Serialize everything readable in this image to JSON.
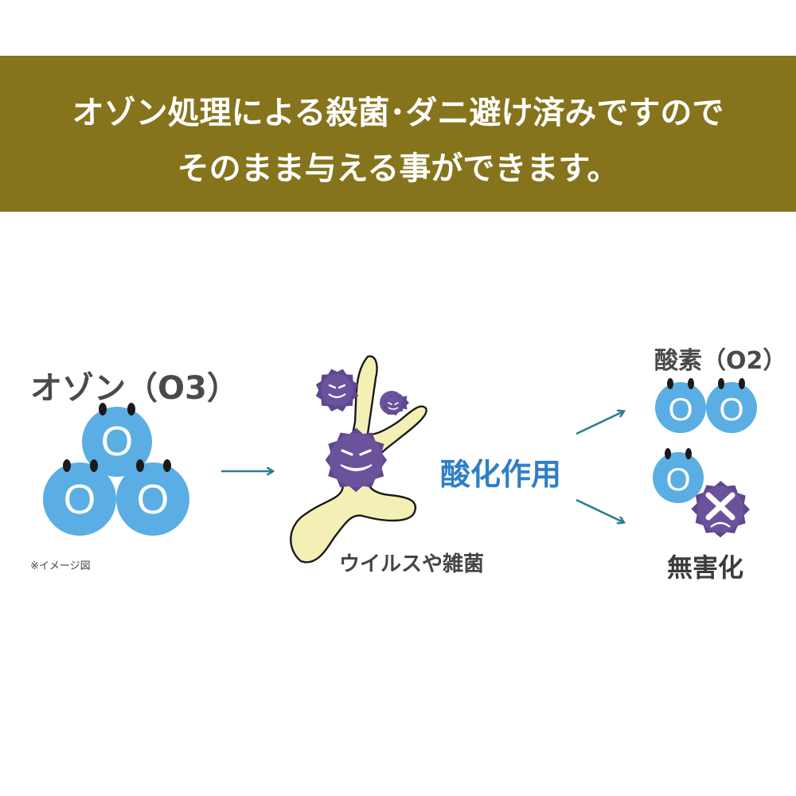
{
  "banner": {
    "line1": "オゾン処理による殺菌･ダニ避け済みですので",
    "line2": "そのまま与える事ができます。"
  },
  "diagram": {
    "ozone_label": "オゾン（O3）",
    "atom_letter": "O",
    "image_note": "※イメージ図",
    "virus_label": "ウイルスや雑菌",
    "oxidation_label": "酸化作用",
    "oxygen_label": "酸素（O2）",
    "harmless_label": "無害化"
  },
  "colors": {
    "banner": "#86741c",
    "atom": "#5aaee3",
    "virus": "#5e478f",
    "arrow": "#2e7b8e",
    "oxidation_text": "#2f7fc5",
    "stick": "#f4efb4"
  }
}
